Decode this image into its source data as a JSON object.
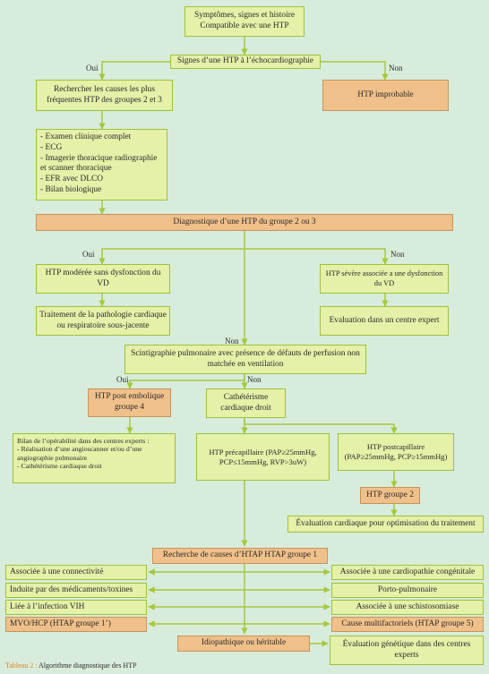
{
  "boxes": {
    "symptomes": "Symptômes, signes et histoire Compatible avec une HTP",
    "signes_echo": "Signes d’une HTP à l’échocardiographie",
    "htp_improbable": "HTP improbable",
    "rechercher_causes": "Rechercher les causes les plus fréquentes HTP des groupes 2 et 3",
    "examens": [
      "- Examen clinique complet",
      "- ECG",
      "- Imagerie thoracique radiographie et scanner thoracique",
      "- EFR avec DLCO",
      "- Bilan biologique"
    ],
    "diagnostique_23": "Diagnostique d’une HTP du groupe 2 ou 3",
    "htp_moderee": "HTP modérée sans dysfonction du VD",
    "htp_severe": "HTP sévère associée a une dysfonction du VD",
    "traitement": "Traitement de la pathologie cardiaque ou respiratoire sous-jacente",
    "evaluation_expert": "Evaluation dans un centre expert",
    "scintigraphie": "Scintigraphie pulmonaire avec présence de défauts de perfusion non matchée en ventilation",
    "htp_post_embolique": "HTP post embolique groupe 4",
    "catheterisme": "Cathétérisme cardiaque droit",
    "bilan_operabilite": [
      "Bilan de l’opérabilité dans  des centres experts :",
      "- Réalisation d’une angioscanner et/ou d’une angiographie pulmonaire",
      "- Cathétérisme cardiaque droit"
    ],
    "htp_precapillaire": "HTP précapillaire (PAP≥25mmHg, PCP≤15mmHg, RVP>3uW)",
    "htp_postcapillaire": "HTP postcapillaire (PAP≥25mmHg, PCP≥15mmHg)",
    "htp_groupe2": "HTP groupe 2",
    "evaluation_cardiaque": "Évaluation cardiaque pour optimisation du traitement",
    "recherche_htap": "Recherche de causes d’HTAP HTAP groupe 1",
    "connectivite": "Associée à une connectivité",
    "medicaments": "Induite par des médicaments/toxines",
    "vih": "Liée à l’infection VIH",
    "mvo": "MVO/HCP  (HTAP groupe 1’)",
    "cardiopathie": "Associée à une cardiopathie congénitale",
    "porto": "Porto-pulmonaire",
    "schistosomiase": "Associée à une schistosomiase",
    "multifactoriels": "Cause multifactoriels (HTAP groupe 5)",
    "idiopathique": "Idiopathique ou héritable",
    "evaluation_genetique": "Évaluation génétique dans des centres experts"
  },
  "labels": {
    "oui": "Oui",
    "non": "Non"
  },
  "caption": {
    "label": "Tableau 2 :",
    "text": " Algorithme diagnostique des HTP"
  },
  "colors": {
    "background": "#d8ecdc",
    "box_green": "#e5f0a8",
    "box_orange": "#f0c08a",
    "border_green": "#9cc23a",
    "arrow": "#a6c83c",
    "caption_label": "#e0831a"
  }
}
